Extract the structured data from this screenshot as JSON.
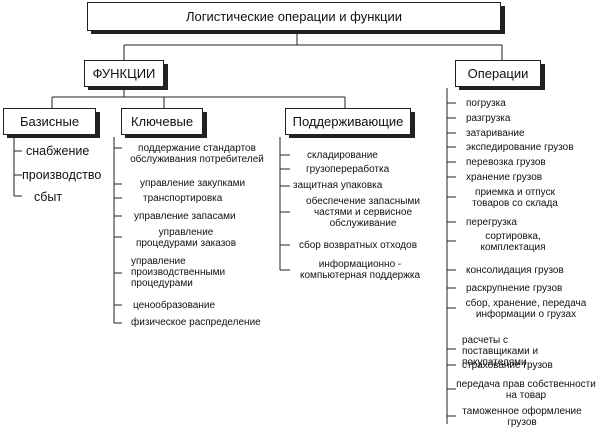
{
  "title": "Логистические операции и функции",
  "functions": {
    "label": "ФУНКЦИИ",
    "basic": {
      "label": "Базисные",
      "items": [
        "снабжение",
        "производство",
        "сбыт"
      ]
    },
    "key": {
      "label": "Ключевые",
      "items": [
        "поддержание стандартов обслуживания потребителей",
        "управление закупками",
        "транспортировка",
        "управление запасами",
        "управление процедурами заказов",
        "управление производственными процедурами",
        "ценообразование",
        "физическое распределение"
      ]
    },
    "support": {
      "label": "Поддерживающие",
      "items": [
        "складирование",
        "грузопереработка",
        "защитная упаковка",
        "обеспечение запасными частями и сервисное обслуживание",
        "сбор возвратных отходов",
        "информационно - компьютерная поддержка"
      ]
    }
  },
  "operations": {
    "label": "Операции",
    "items": [
      "погрузка",
      "разгрузка",
      "затаривание",
      "экспедирование грузов",
      "перевозка грузов",
      "хранение грузов",
      "приемка и отпуск товаров со склада",
      "перегрузка",
      "сортировка, комплектация",
      "консолидация грузов",
      "раскрупнение грузов",
      "сбор, хранение, передача информации о грузах",
      "расчеты с поставщиками и покупателями",
      "страхование грузов",
      "передача прав собственности на товар",
      "таможенное оформление грузов"
    ]
  }
}
